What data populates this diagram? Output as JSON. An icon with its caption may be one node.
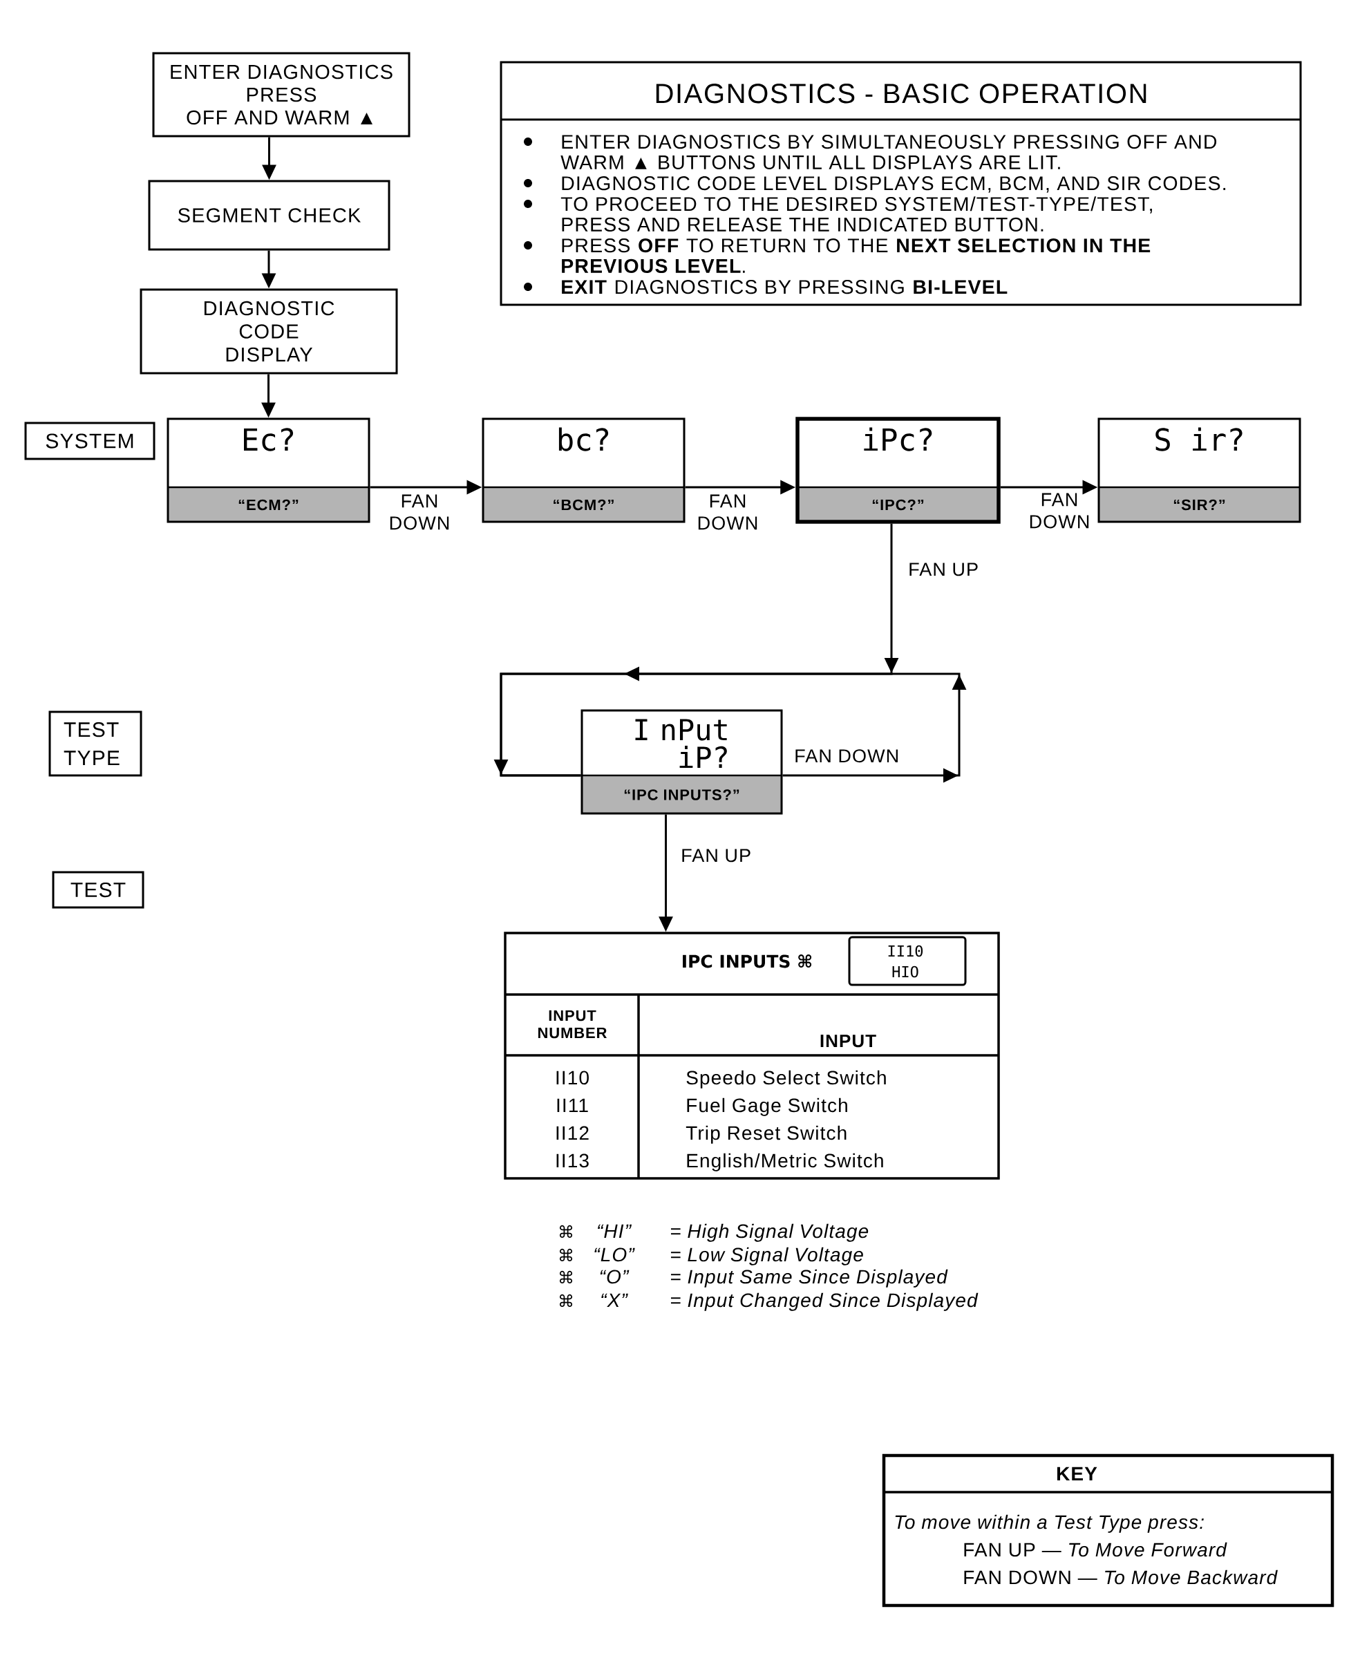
{
  "diagram": {
    "nodes": [
      {
        "text": [
          "ENTER DIAGNOSTICS PRESS OFF AND WARM ▲"
        ]
      },
      {
        "text": [
          "SEGMENT CHECK"
        ]
      },
      {
        "text": [
          "DIAGNOSTIC CODE DISPLAY"
        ]
      },
      {
        "text": [
          "DIAGNOSTICS - BASIC OPERATION",
          "ENTER DIAGNOSTICS BY SIMULTANEOUSLY PRESSING OFF AND WARM ▲ BUTTONS UNTIL ALL DISPLAYS ARE LIT.",
          "DIAGNOSTIC CODE LEVEL DISPLAYS ECM, BCM, AND SIR CODES.",
          "TO PROCEED TO THE DESIRED SYSTEM/TEST-TYPE/TEST, PRESS AND RELEASE THE INDICATED BUTTON.",
          "PRESS **OFF** TO RETURN TO THE **NEXT SELECTION IN THE PREVIOUS LEVEL**.",
          "**EXIT** DIAGNOSTICS BY PRESSING **BI-LEVEL**"
        ]
      },
      {
        "text": [
          "SYSTEM"
        ]
      },
      {
        "text": [
          "Ec?",
          "“ECM?”"
        ]
      },
      {
        "text": [
          "bc?",
          "“BCM?”"
        ]
      },
      {
        "text": [
          "iPc?",
          "“IPC?”"
        ]
      },
      {
        "text": [
          "S ir?",
          "“SIR?”"
        ]
      },
      {
        "text": [
          "TEST TYPE"
        ]
      },
      {
        "text": [
          "I nPut iP?",
          "“IPC INPUTS?”"
        ]
      },
      {
        "text": [
          "TEST"
        ]
      },
      {
        "text": [
          "IPC INPUTS ⌘"
        ]
      },
      {
        "text": [
          "II10 HIO"
        ],
        "in": 12
      },
      {
        "text": [
          "KEY",
          "To move within a Test Type press:",
          "FAN UP — *To Move Forward*",
          "FAN DOWN — *To Move Backward*"
        ]
      }
    ],
    "edges": [
      {
        "from": 0,
        "to": 1,
        "arrow": "to"
      },
      {
        "from": 1,
        "to": 2,
        "arrow": "to"
      },
      {
        "from": 2,
        "to": 5,
        "arrow": "to"
      },
      {
        "from": 5,
        "to": 6,
        "arrow": "to",
        "label": "FAN DOWN"
      },
      {
        "from": 6,
        "to": 7,
        "arrow": "to",
        "label": "FAN DOWN"
      },
      {
        "from": 7,
        "to": 8,
        "arrow": "to",
        "label": "FAN DOWN"
      },
      {
        "from": 7,
        "to": 10,
        "arrow": "to",
        "label": "FAN UP"
      },
      {
        "from": 10,
        "to": 10,
        "arrow": "to",
        "label": "FAN DOWN"
      },
      {
        "from": 10,
        "to": 12,
        "arrow": "to",
        "label": "FAN UP"
      }
    ],
    "labels": [
      "INPUT NUMBER",
      "INPUT",
      "II10",
      "Speedo Select Switch",
      "II11",
      "Fuel Gage Switch",
      "II12",
      "Trip Reset Switch",
      "II13",
      "English/Metric Switch",
      "⌘",
      "“HI”",
      "= High Signal Voltage",
      "⌘",
      "“LO”",
      "= Low Signal Voltage",
      "⌘",
      "“O”",
      "= Input Same Since Displayed",
      "⌘",
      "“X”",
      "= Input Changed Since Displayed"
    ]
  }
}
